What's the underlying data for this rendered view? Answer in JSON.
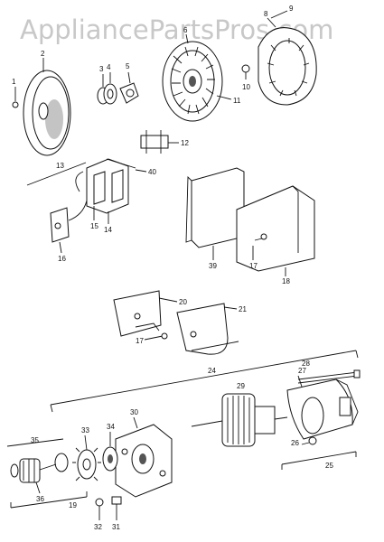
{
  "watermark": "AppliancePartsPros.com",
  "labels": [
    "1",
    "2",
    "3",
    "4",
    "5",
    "6",
    "8",
    "9",
    "10",
    "11",
    "12",
    "13",
    "14",
    "15",
    "16",
    "17",
    "18",
    "19",
    "20",
    "21",
    "24",
    "25",
    "26",
    "27",
    "28",
    "29",
    "30",
    "31",
    "32",
    "33",
    "34",
    "35",
    "36",
    "39",
    "40"
  ],
  "colors": {
    "line": "#111111",
    "watermark": "#c8c8c8",
    "background": "#ffffff"
  }
}
